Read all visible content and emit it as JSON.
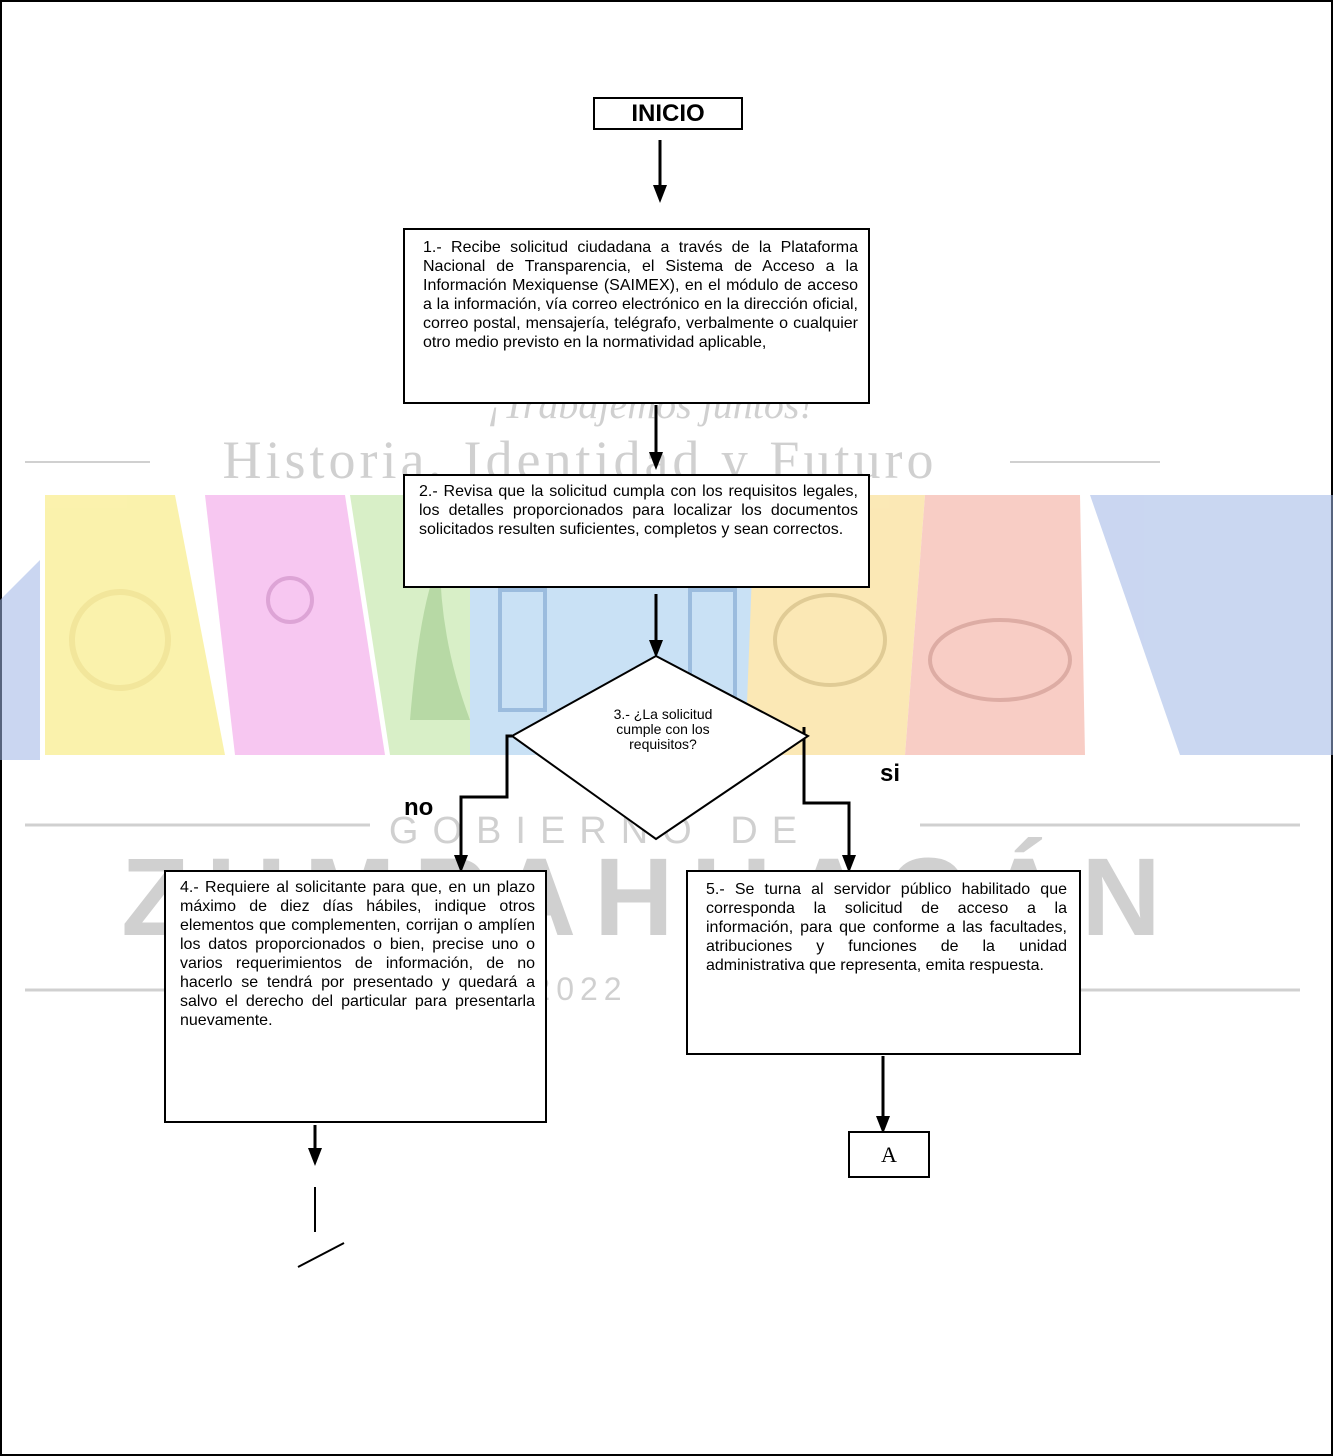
{
  "watermark": {
    "slogan_line1": "¡Trabajemos juntos!",
    "slogan_line2": "Historia, Identidad y Futuro",
    "government_line": "GOBIERNO DE",
    "municipality": "ZUMPAHUACÁN",
    "year": "2022",
    "colors": [
      "#f7e86a",
      "#f29be6",
      "#b9e39a",
      "#9ec9ee",
      "#f8d77a",
      "#f3a596",
      "#9fb6e6"
    ]
  },
  "flowchart": {
    "start_label": "INICIO",
    "step1": "1.- Recibe solicitud ciudadana a través de la Plataforma Nacional de Transparencia, el Sistema de Acceso a la Información Mexiquense (SAIMEX), en el módulo de acceso a la información, vía correo electrónico en la dirección oficial, correo postal, mensajería, telégrafo, verbalmente o cualquier otro medio previsto en la normatividad aplicable,",
    "step2": "2.- Revisa que la solicitud cumpla con los requisitos legales, los detalles proporcionados para localizar los documentos solicitados resulten suficientes, completos y sean correctos.",
    "decision3": "3.- ¿La solicitud cumple con los requisitos?",
    "branch_no": "no",
    "branch_si": "si",
    "step4": "4.- Requiere al solicitante para que, en un plazo máximo de diez días hábiles, indique otros elementos que complementen, corrijan o amplíen los datos proporcionados o bien, precise uno o varios requerimientos de información, de no hacerlo se tendrá por presentado y quedará a salvo el derecho del particular para presentarla nuevamente.",
    "step5": "5.- Se turna al servidor público habilitado que corresponda la solicitud de acceso a la información, para que conforme a las facultades, atribuciones y funciones de la unidad administrativa que representa, emita respuesta.",
    "connector_a": "A"
  }
}
